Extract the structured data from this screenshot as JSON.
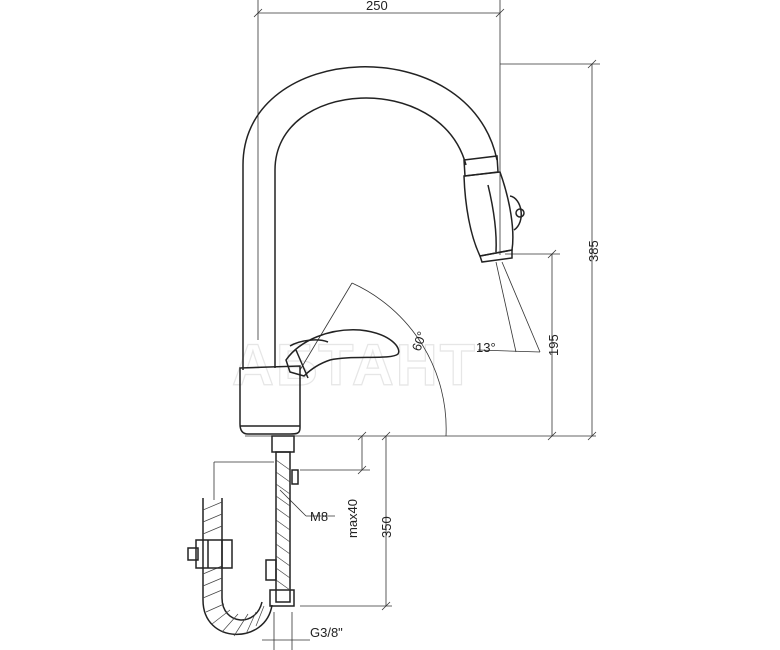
{
  "watermark": "АБТАНТ",
  "dimensions": {
    "width_total": "250",
    "height_total": "385",
    "spout_height": "195",
    "lever_angle": "60°",
    "spout_tilt": "13°",
    "mounting_length": "350",
    "max_deck": "max40",
    "stud_thread": "M8",
    "hose_thread": "G3/8\""
  }
}
